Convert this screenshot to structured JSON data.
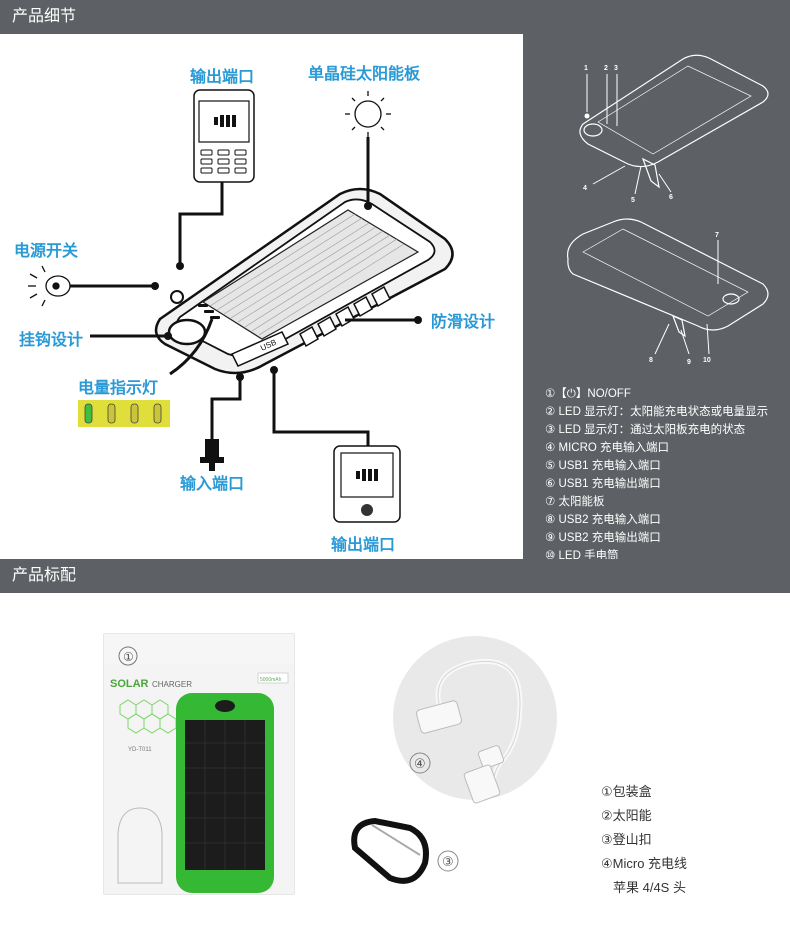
{
  "sections": {
    "details_title": "产品细节",
    "accessories_title": "产品标配"
  },
  "diagram": {
    "callouts": {
      "output_port_top": "输出端口",
      "solar_panel": "单晶硅太阳能板",
      "power_switch": "电源开关",
      "anti_slip": "防滑设计",
      "hook": "挂钩设计",
      "battery_indicator": "电量指示灯",
      "input_port": "输入端口",
      "output_port_bottom": "输出端口"
    },
    "usb_label": "USB"
  },
  "right_panel": {
    "top_numbers": [
      "1",
      "2",
      "3",
      "4",
      "5",
      "6"
    ],
    "bottom_numbers": [
      "7",
      "8",
      "9",
      "10"
    ],
    "legend": [
      "①【⏻】NO/OFF",
      "② LED 显示灯：太阳能充电状态或电量显示",
      "③ LED 显示灯：通过太阳板充电的状态",
      "④ MICRO 充电输入端口",
      "⑤ USB1 充电输入端口",
      "⑥ USB1 充电输出端口",
      "⑦ 太阳能板",
      "⑧ USB2 充电输入端口",
      "⑨ USB2 充电输出端口",
      "⑩ LED 手电筒"
    ]
  },
  "package": {
    "box": {
      "marker": "①",
      "brand_solar": "SOLAR",
      "brand_charger": "CHARGER",
      "capacity": "5000mAh",
      "model": "YD-T011"
    },
    "cable_marker": "④",
    "carabiner_marker": "③",
    "list": [
      "①包装盒",
      "②太阳能",
      "③登山扣",
      "④Micro 充电线",
      "苹果 4/4S 头"
    ]
  },
  "colors": {
    "bar": "#5d6064",
    "accent_blue": "#2a9ad6",
    "indicator_yellow": "#e0de3a",
    "green": "#3fbf3f"
  }
}
